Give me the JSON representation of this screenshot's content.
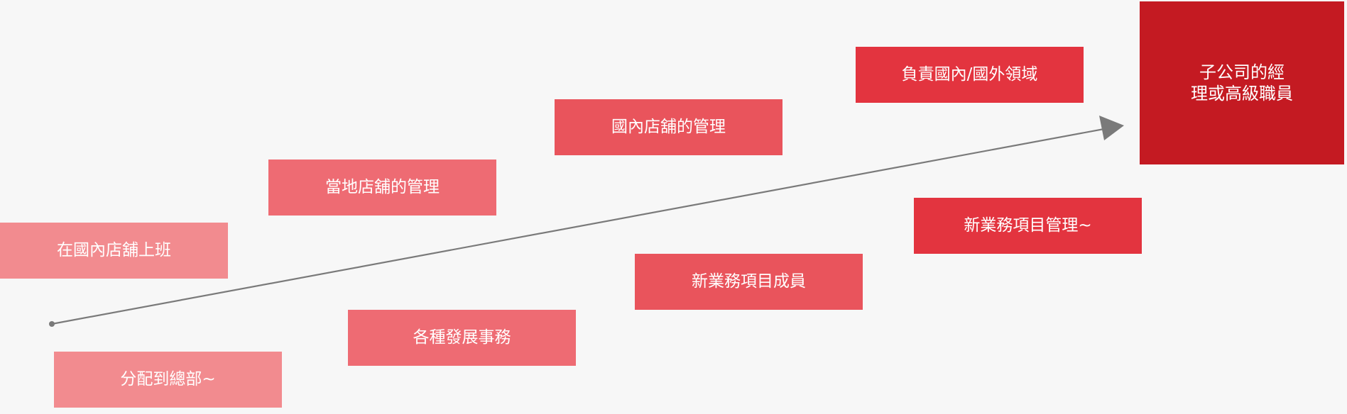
{
  "diagram": {
    "title": "",
    "nodes": [
      {
        "id": "n1",
        "label": "在國內店舖上班",
        "color": "#f28b8f"
      },
      {
        "id": "n2",
        "label": "分配到總部~",
        "color": "#f28b8f"
      },
      {
        "id": "n3",
        "label": "當地店舖的管理",
        "color": "#ee6b73"
      },
      {
        "id": "n4",
        "label": "各種發展事務",
        "color": "#ee6b73"
      },
      {
        "id": "n5",
        "label": "國內店舖的管理",
        "color": "#e9545c"
      },
      {
        "id": "n6",
        "label": "新業務項目成員",
        "color": "#e9545c"
      },
      {
        "id": "n7",
        "label": "負責國內/國外領域",
        "color": "#e3343f"
      },
      {
        "id": "n8",
        "label": "新業務項目管理~",
        "color": "#e3343f"
      }
    ],
    "final_node": {
      "line1": "子公司的經",
      "line2": "理或高級職員",
      "color": "#c41a22"
    },
    "arrow_color": "#7a7a7a",
    "background": "#f7f7f7"
  }
}
